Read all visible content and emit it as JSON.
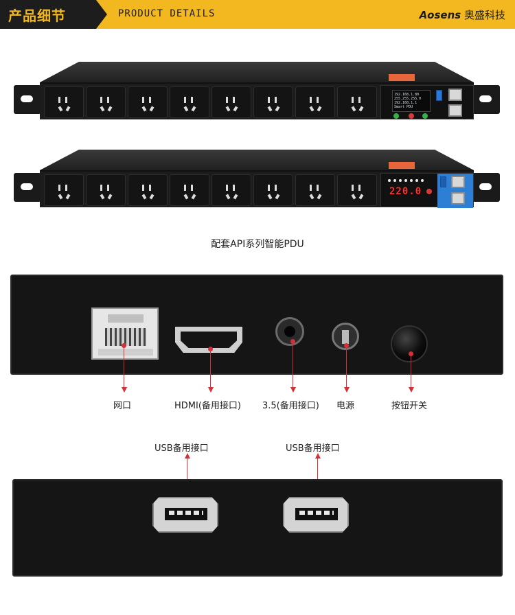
{
  "header": {
    "title": "产品细节",
    "subtitle": "PRODUCT DETAILS",
    "brand_latin": "Aosens",
    "brand_cn": "奥盛科技"
  },
  "pdu1": {
    "lcd_lines": [
      "192.168.1.80",
      "255.255.255.0",
      "192.168.1.1",
      "Smart   PDU"
    ]
  },
  "pdu2": {
    "display": "220.0"
  },
  "caption": "配套API系列智能PDU",
  "rear_callouts": {
    "network": "网口",
    "hdmi": "HDMI(备用接口)",
    "jack35": "3.5(备用接口)",
    "power": "电源",
    "button": "按钮开关"
  },
  "side_callouts": {
    "usb1": "USB备用接口",
    "usb2": "USB备用接口"
  },
  "colors": {
    "accent_yellow": "#f3b81f",
    "header_dark": "#1d1d1d",
    "callout_red": "#d4303a",
    "panel_blue": "#2d7fd6"
  }
}
